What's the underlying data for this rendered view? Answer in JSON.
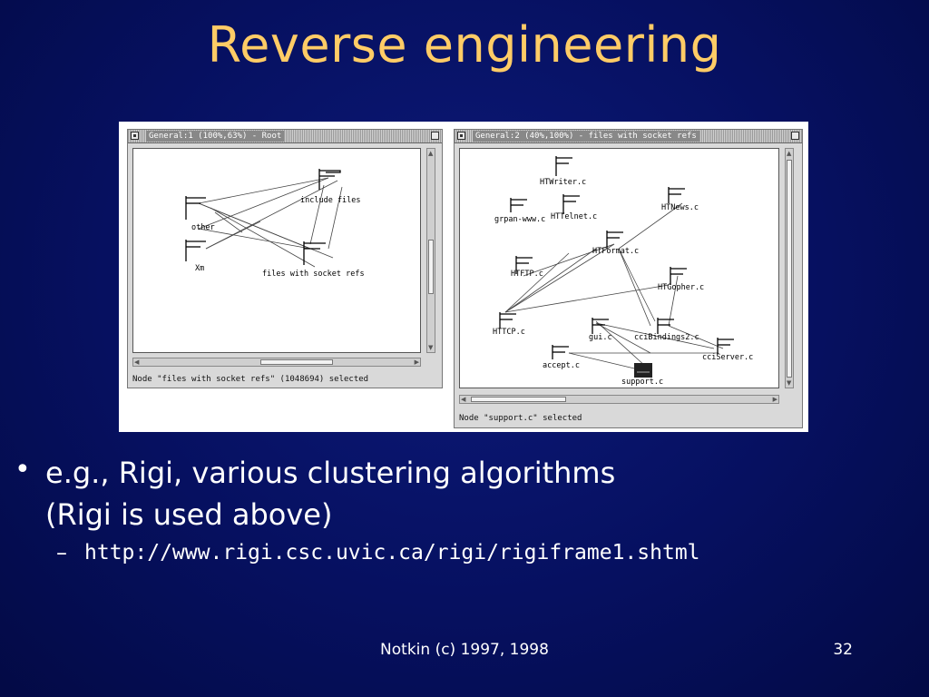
{
  "slide": {
    "title": "Reverse engineering",
    "bullet": {
      "text": "e.g., Rigi, various clustering algorithms",
      "text_line2": "(Rigi is used above)",
      "sub": {
        "dash": "–",
        "link": "http://www.rigi.csc.uvic.ca/rigi/rigiframe1.shtml"
      }
    },
    "footer": "Notkin (c) 1997, 1998",
    "page_number": "32",
    "colors": {
      "title": "#ffcc66",
      "background": "#061060",
      "text": "#ffffff"
    }
  },
  "window1": {
    "title": "General:1 (100%,63%) - Root",
    "status": "Node \"files with socket refs\" (1048694) selected",
    "nodes": [
      {
        "id": "include",
        "label": "include files"
      },
      {
        "id": "other",
        "label": "other"
      },
      {
        "id": "xm",
        "label": "Xm"
      },
      {
        "id": "sockets",
        "label": "files with socket refs"
      }
    ]
  },
  "window2": {
    "title": "General:2 (40%,100%) - files with socket refs",
    "status": "Node \"support.c\" selected",
    "nodes": [
      {
        "id": "htwriter",
        "label": "HTWriter.c"
      },
      {
        "id": "grpan",
        "label": "grpan-www.c"
      },
      {
        "id": "httelnet",
        "label": "HTTelnet.c"
      },
      {
        "id": "htnews",
        "label": "HTNews.c"
      },
      {
        "id": "htformat",
        "label": "HTFormat.c"
      },
      {
        "id": "htftp",
        "label": "HTFTP.c"
      },
      {
        "id": "htgopher",
        "label": "HTGopher.c"
      },
      {
        "id": "httcp",
        "label": "HTTCP.c"
      },
      {
        "id": "gui",
        "label": "gui.c"
      },
      {
        "id": "cci",
        "label": "cciBindings2.c"
      },
      {
        "id": "cciserver",
        "label": "cciServer.c"
      },
      {
        "id": "accept",
        "label": "accept.c"
      },
      {
        "id": "support",
        "label": "support.c"
      }
    ]
  }
}
